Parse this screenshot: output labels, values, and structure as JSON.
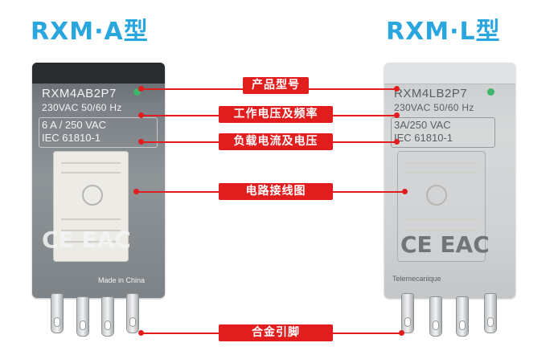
{
  "titles": {
    "left": "RXM·A型",
    "right": "RXM·L型"
  },
  "relay_a": {
    "model": "RXM4AB2P7",
    "voltage": "230VAC 50/60 Hz",
    "current": "6 A / 250 VAC",
    "standard": "IEC 61810-1",
    "cert": "CE EAC",
    "made_in": "Made in China"
  },
  "relay_l": {
    "model": "RXM4LB2P7",
    "voltage": "230VAC  50/60 Hz",
    "current": "3A/250 VAC",
    "standard": "IEC 61810-1",
    "cert": "CE EAC",
    "brand": "Telemecanique"
  },
  "callouts": [
    "产品型号",
    "工作电压及频率",
    "负载电流及电压",
    "电路接线图",
    "合金引脚"
  ],
  "colors": {
    "title_blue": "#2aa6df",
    "callout_red": "#e11d1d"
  }
}
